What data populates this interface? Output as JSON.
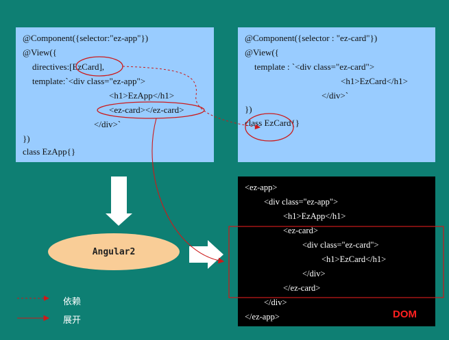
{
  "app_box": {
    "lines": [
      "@Component({selector:\"ez-app\"})",
      "@View({",
      "directives:[EzCard],",
      "template:`<div class=\"ez-app\">",
      "<h1>EzApp</h1>",
      "<ez-card></ez-card>",
      "</div>`",
      "})",
      "class EzApp{}"
    ]
  },
  "card_box": {
    "lines": [
      "@Component({selector : \"ez-card\"})",
      "@View({",
      "template : `<div class=\"ez-card\">",
      "<h1>EzCard</h1>",
      "</div>`",
      "})",
      "class EzCard{}"
    ]
  },
  "dom_box": {
    "title": "DOM",
    "lines": [
      "<ez-app>",
      "<div class=\"ez-app\">",
      "<h1>EzApp</h1>",
      "<ez-card>",
      "<div class=\"ez-card\">",
      "<h1>EzCard</h1>",
      "</div>",
      "</ez-card>",
      "</div>",
      "</ez-app>"
    ]
  },
  "processor": {
    "label": "Angular2"
  },
  "legend": {
    "dependency_label": "依赖",
    "expand_label": "展开"
  },
  "colors": {
    "background": "#0e7f73",
    "code_box": "#99ccff",
    "dom_box": "#000000",
    "annotation_red": "#cc1a1a",
    "dom_title": "#ff2020",
    "processor_fill": "#f9cd97"
  }
}
